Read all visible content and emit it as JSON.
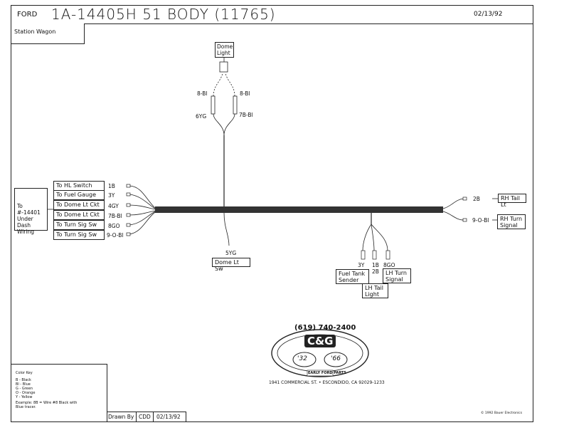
{
  "header": {
    "make": "FORD",
    "title": "1A-14405H 51 BODY (11765)",
    "date": "02/13/92"
  },
  "model_tab": "Station Wagon",
  "left_connectors": [
    {
      "label": "To HL Switch",
      "wire": "1B"
    },
    {
      "label": "To Fuel Gauge",
      "wire": "3Y"
    },
    {
      "label": "To Dome Lt Ckt",
      "wire": "4GY"
    },
    {
      "label": "To Dome Lt Ckt",
      "wire": "7B-Bl"
    },
    {
      "label": "To Turn Sig Sw",
      "wire": "8GO"
    },
    {
      "label": "To Turn Sig Sw",
      "wire": "9-O-Bl"
    }
  ],
  "left_source": "To #-14401 Under Dash Wiring",
  "dome_light": {
    "label": "Dome Light",
    "wires": {
      "upper_left": "8-Bl",
      "upper_right": "8-Bl",
      "lower_left": "6YG",
      "lower_right": "7B-Bl"
    }
  },
  "dome_switch": {
    "wire": "5YG",
    "label": "Dome Lt Sw"
  },
  "right_connectors": [
    {
      "wire": "2B",
      "label": "RH Tail Lt"
    },
    {
      "wire": "9-O-Bl",
      "label": "RH Turn Signal"
    }
  ],
  "bottom_branch": {
    "wires": [
      "3Y",
      "1B",
      "2B",
      "8GO"
    ],
    "fuel": "Fuel Tank Sender",
    "lh_turn": "LH Turn Signal",
    "lh_tail": "LH Tail Light"
  },
  "logo": {
    "phone": "(619) 740-2400",
    "name": "C&G",
    "year_left": "'32",
    "year_right": "'66",
    "tagline": "EARLY FORD PARTS",
    "address": "1941 COMMERCIAL ST. • ESCONDIDO, CA 92029-1233"
  },
  "color_key": {
    "title": "Color Key",
    "entries": [
      "B - Black",
      "Bl - Blue",
      "G - Green",
      "O - Orange",
      "Y - Yellow"
    ],
    "example": "Example: 8B = Wire #8 Black with Blue tracer."
  },
  "drawn_by": {
    "label": "Drawn By",
    "initials": "CDD",
    "date": "02/13/92"
  },
  "copyright": "© 1992 Bauer Electronics"
}
